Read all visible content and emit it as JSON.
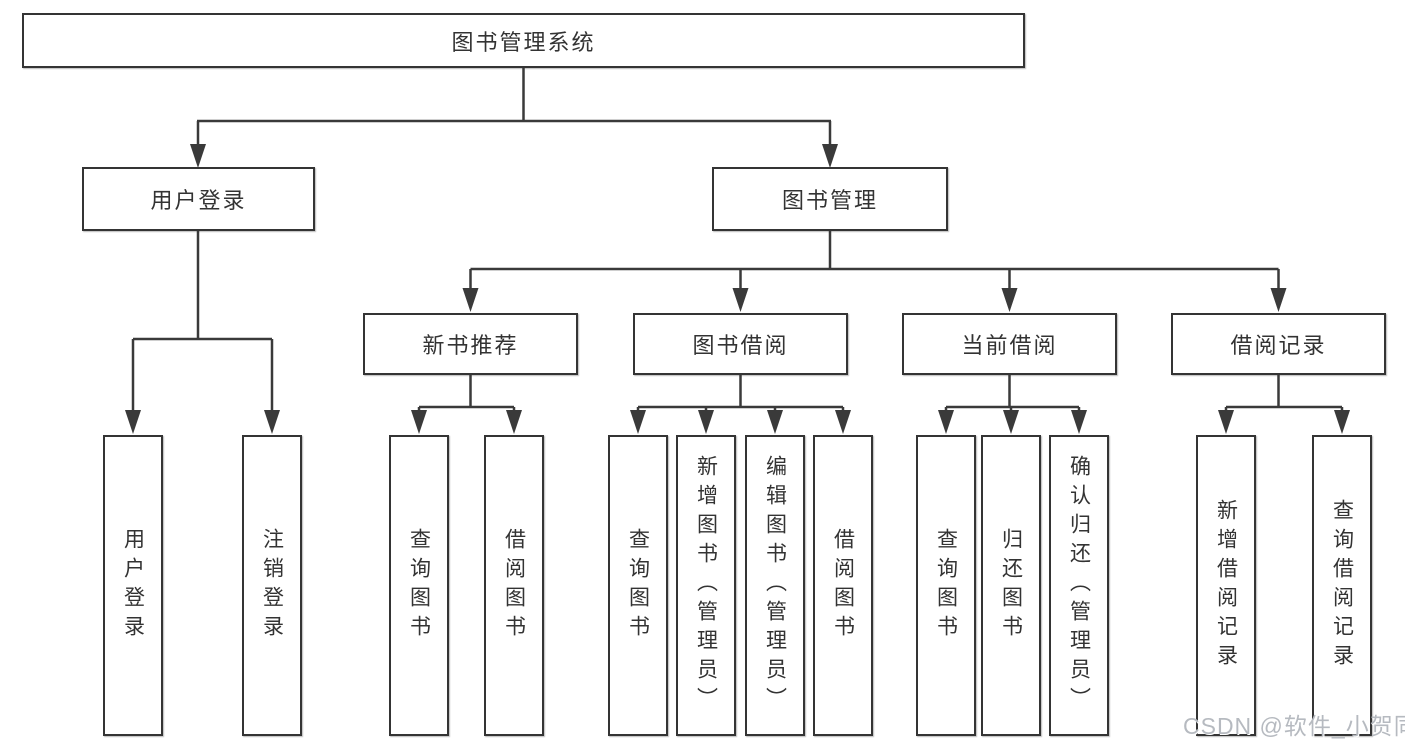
{
  "diagram": {
    "root": {
      "label": "图书管理系统"
    },
    "branches": [
      {
        "label": "用户登录",
        "children": [
          {
            "label": "用户登录"
          },
          {
            "label": "注销登录"
          }
        ]
      },
      {
        "label": "图书管理",
        "children": [
          {
            "label": "新书推荐",
            "children": [
              {
                "label": "查询图书"
              },
              {
                "label": "借阅图书"
              }
            ]
          },
          {
            "label": "图书借阅",
            "children": [
              {
                "label": "查询图书"
              },
              {
                "label": "新增图书（管理员）"
              },
              {
                "label": "编辑图书（管理员）"
              },
              {
                "label": "借阅图书"
              }
            ]
          },
          {
            "label": "当前借阅",
            "children": [
              {
                "label": "查询图书"
              },
              {
                "label": "归还图书"
              },
              {
                "label": "确认归还（管理员）"
              }
            ]
          },
          {
            "label": "借阅记录",
            "children": [
              {
                "label": "新增借阅记录"
              },
              {
                "label": "查询借阅记录"
              }
            ]
          }
        ]
      }
    ]
  },
  "watermark": {
    "text": "CSDN @软件_小贺同学"
  },
  "colors": {
    "background": "#ffffff",
    "line": "#3a3a3a",
    "box_border": "#343434",
    "text": "#333333",
    "watermark": "#b6bac0"
  }
}
